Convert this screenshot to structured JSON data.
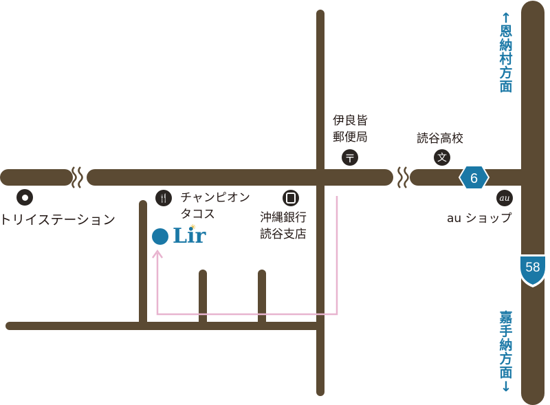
{
  "colors": {
    "road": "#5b4a33",
    "route": "#e8b4cf",
    "accent": "#1a78a6",
    "icon": "#2a2522"
  },
  "labels": {
    "station": "トリイステーション",
    "post_office_line1": "伊良皆",
    "post_office_line2": "郵便局",
    "school": "読谷高校",
    "tacos_line1": "チャンピオン",
    "tacos_line2": "タコス",
    "bank_line1": "沖縄銀行",
    "bank_line2": "読谷支店",
    "au_shop": "au ショップ",
    "brand": "Lir",
    "route6": "6",
    "route58": "58",
    "to_onna": "恩納村方面",
    "to_kadena": "嘉手納方面",
    "arrow_up": "↑",
    "arrow_down": "↓",
    "school_icon_glyph": "文",
    "au_icon_glyph": "au"
  },
  "icons": [
    "station-icon",
    "post-office-icon",
    "school-icon",
    "restaurant-icon",
    "bank-icon",
    "au-shop-icon",
    "route-6-shield-icon",
    "route-58-shield-icon",
    "lir-logo-icon"
  ]
}
